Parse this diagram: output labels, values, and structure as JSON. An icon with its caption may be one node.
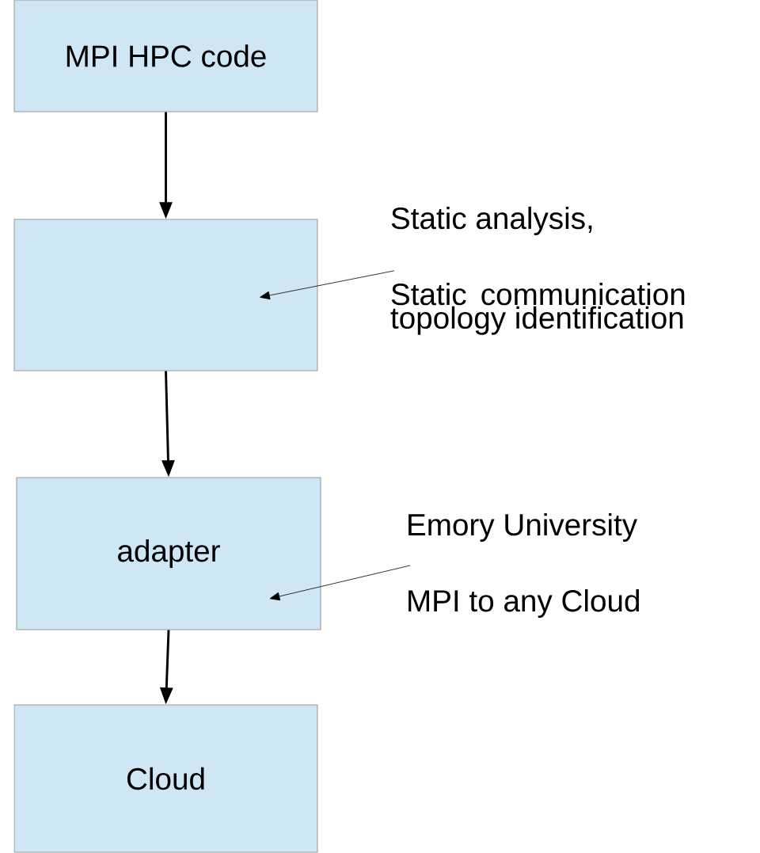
{
  "diagram": {
    "nodes": [
      {
        "text": [
          "MPI HPC code"
        ]
      },
      {
        "text": [],
        "shape": "box"
      },
      {
        "text": [
          "adapter"
        ]
      },
      {
        "text": [
          "Cloud"
        ]
      },
      {
        "text": [
          "Static analysis,",
          "Static communication topology identification"
        ]
      },
      {
        "text": [
          "Emory University",
          "MPI to any Cloud"
        ]
      }
    ],
    "edges": [
      {
        "from": 0,
        "to": 1,
        "arrow": "to"
      },
      {
        "from": 1,
        "to": 2,
        "arrow": "to"
      },
      {
        "from": 2,
        "to": 3,
        "arrow": "to"
      },
      {
        "from": 4,
        "to": 1,
        "arrow": "to"
      },
      {
        "from": 5,
        "to": 2,
        "arrow": "to"
      }
    ]
  }
}
